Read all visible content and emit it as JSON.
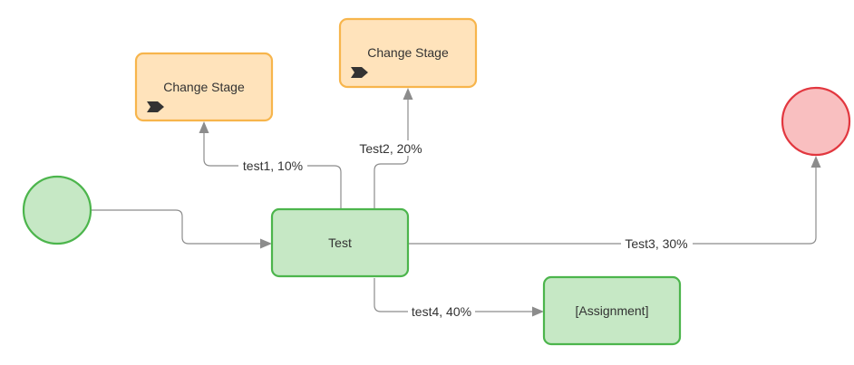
{
  "colors": {
    "start_fill": "#c6e8c5",
    "start_stroke": "#4cb54c",
    "end_fill": "#f9bfc0",
    "end_stroke": "#e2373f",
    "task_fill": "#c6e8c5",
    "task_stroke": "#4cb54c",
    "stage_fill": "#ffe3bb",
    "stage_stroke": "#f7b54c",
    "edge": "#8c8c8c",
    "text": "#333333"
  },
  "nodes": {
    "start_event": {
      "type": "start",
      "label": ""
    },
    "end_event": {
      "type": "end",
      "label": ""
    },
    "task_test": {
      "type": "task",
      "label": "Test"
    },
    "task_assignment": {
      "type": "task",
      "label": "[Assignment]"
    },
    "stage_1": {
      "type": "change-stage",
      "label": "Change Stage",
      "icon": "chevron-flag-icon"
    },
    "stage_2": {
      "type": "change-stage",
      "label": "Change Stage",
      "icon": "chevron-flag-icon"
    }
  },
  "edges": {
    "start_to_test": {
      "label": ""
    },
    "test1": {
      "label": "test1, 10%"
    },
    "test2": {
      "label": "Test2, 20%"
    },
    "test3": {
      "label": "Test3, 30%"
    },
    "test4": {
      "label": "test4, 40%"
    }
  }
}
